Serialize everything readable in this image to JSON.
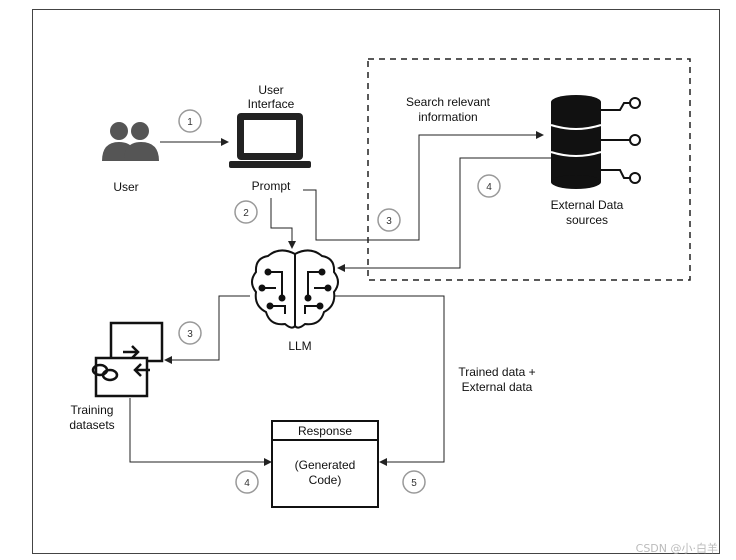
{
  "labels": {
    "user": "User",
    "user_interface_line1": "User",
    "user_interface_line2": "Interface",
    "prompt": "Prompt",
    "search_line1": "Search relevant",
    "search_line2": "information",
    "external_line1": "External Data",
    "external_line2": "sources",
    "llm": "LLM",
    "training_line1": "Training",
    "training_line2": "datasets",
    "trained_line1": "Trained data +",
    "trained_line2": "External data",
    "response_header": "Response",
    "response_line1": "(Generated",
    "response_line2": "Code)"
  },
  "steps": {
    "user_to_ui": "1",
    "prompt_to_llm": "2",
    "prompt_to_search": "3",
    "external_to_llm": "4",
    "llm_to_training": "3",
    "training_to_response": "4",
    "trained_to_response": "5"
  },
  "watermark": "CSDN @小·白羊",
  "icons": [
    "user-group-icon",
    "laptop-icon",
    "database-icon",
    "brain-icon",
    "training-datasets-icon"
  ]
}
